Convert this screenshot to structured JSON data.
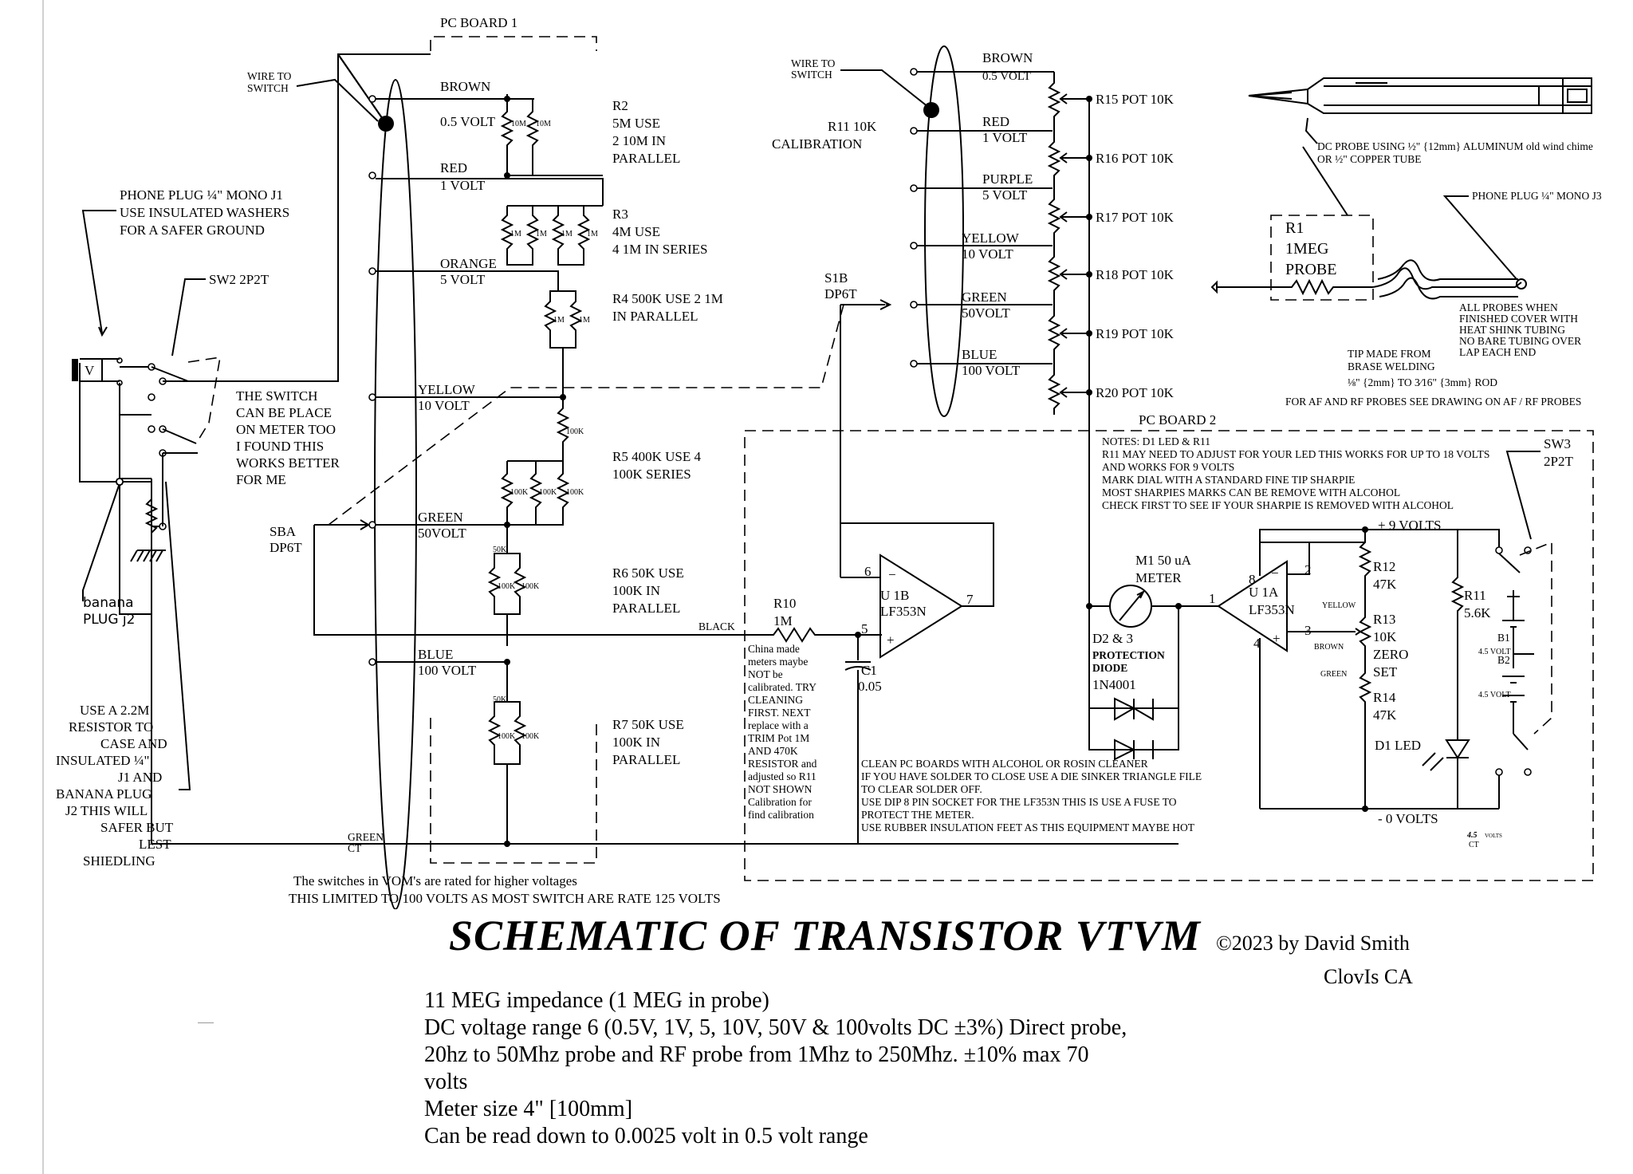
{
  "title": "SCHEMATIC OF TRANSISTOR  VTVM",
  "copyright": "©2023 by David Smith",
  "location": "ClovIs CA",
  "specs": [
    "11 MEG impedance (1 MEG in probe)",
    "DC voltage range 6 (0.5V, 1V, 5, 10V, 50V & 100volts DC ±3%) Direct probe,",
    "20hz to 50Mhz probe and RF probe from 1Mhz to 250Mhz. ±10% max 70",
    "volts",
    "Meter size 4\" [100mm]",
    "Can be read down to 0.0025 volt in 0.5 volt range"
  ],
  "labels": {
    "pc_board_1": "PC BOARD 1",
    "pc_board_2": "PC BOARD 2",
    "wire_to_switch_1": [
      "WIRE TO",
      "SWITCH"
    ],
    "wire_to_switch_2": [
      "WIRE TO",
      "SWITCH"
    ],
    "phone_plug_j1": [
      "PHONE PLUG ¼\" MONO J1",
      "USE INSULATED WASHERS",
      "FOR A SAFER GROUND"
    ],
    "sw2": "SW2 2P2T",
    "switch_note": [
      "THE SWITCH",
      "CAN BE PLACE",
      "ON METER TOO",
      "I FOUND THIS",
      "WORKS BETTER",
      "FOR ME"
    ],
    "sba": [
      "SBA",
      "DP6T"
    ],
    "s1b": [
      "S1B",
      "DP6T"
    ],
    "banana": [
      "banana",
      "PLUG  j2"
    ],
    "resistor_note": [
      "USE A 2.2M",
      "RESISTOR TO",
      "CASE AND",
      "INSULATED ¼\"",
      "J1 AND",
      "BANANA PLUG",
      "J2 THIS WILL",
      "SAFER BUT",
      "LEST",
      "SHIEDLING"
    ],
    "ranges_1": [
      {
        "name": "BROWN",
        "volt": "0.5 VOLT"
      },
      {
        "name": "RED",
        "volt": "1 VOLT"
      },
      {
        "name": "ORANGE",
        "volt": "5 VOLT"
      },
      {
        "name": "YELLOW",
        "volt": "10 VOLT"
      },
      {
        "name": "GREEN",
        "volt": "50VOLT"
      },
      {
        "name": "BLUE",
        "volt": "100 VOLT"
      }
    ],
    "resistor_notes": [
      [
        "R2",
        "5M USE",
        "2 10M IN",
        "PARALLEL"
      ],
      [
        "R3",
        "4M USE",
        "4 1M IN SERIES"
      ],
      [
        "R4  500K USE 2 1M",
        "IN PARALLEL"
      ],
      [
        "R5  400K USE 4",
        "100K SERIES"
      ],
      [
        "R6 50K USE",
        "100K  IN",
        "PARALLEL"
      ],
      [
        "R7 50K USE",
        "100K  IN",
        "PARALLEL"
      ]
    ],
    "r11_cal": [
      "R11 10K",
      "CALIBRATION"
    ],
    "ranges_2": [
      {
        "name": "BROWN",
        "volt": "0.5 VOLT",
        "pot": "R15 POT 10K"
      },
      {
        "name": "RED",
        "volt": "1 VOLT",
        "pot": "R16 POT 10K"
      },
      {
        "name": "PURPLE",
        "volt": "5 VOLT",
        "pot": "R17 POT 10K"
      },
      {
        "name": "YELLOW",
        "volt": "10 VOLT",
        "pot": "R18 POT 10K"
      },
      {
        "name": "GREEN",
        "volt": "50VOLT",
        "pot": "R19 POT 10K"
      },
      {
        "name": "BLUE",
        "volt": "100 VOLT",
        "pot": "R20 POT 10K"
      }
    ],
    "probe_note": [
      "DC PROBE USING ½\" {12mm} ALUMINUM old wind chime",
      "OR ½\" COPPER TUBE"
    ],
    "phone_plug_j3": "PHONE PLUG ¼\" MONO J3",
    "r1_probe": [
      "R1",
      "1MEG",
      "PROBE"
    ],
    "probe_cover": [
      "ALL PROBES WHEN",
      "FINISHED COVER WITH",
      "HEAT SHINK TUBING",
      "NO BARE TUBING OVER",
      "LAP EACH END"
    ],
    "tip_note": [
      "TIP MADE FROM",
      "BRASE WELDING",
      "⅛\" {2mm} TO 3⁄16\" {3mm} ROD"
    ],
    "af_rf_note": "FOR AF AND RF PROBES SEE DRAWING ON AF / RF PROBES",
    "notes_pc2": [
      "NOTES: D1 LED &  R11",
      "R11 MAY NEED TO ADJUST FOR YOUR LED THIS WORKS FOR UP TO 18 VOLTS",
      "AND WORKS FOR 9 VOLTS",
      "MARK DIAL WITH A STANDARD FINE TIP SHARPIE",
      "MOST SHARPIES MARKS CAN BE REMOVE WITH ALCOHOL",
      "CHECK FIRST TO SEE IF YOUR SHARPIE IS REMOVED WITH ALCOHOL"
    ],
    "sw3": [
      "SW3",
      "2P2T"
    ],
    "plus9": "+ 9 VOLTS",
    "zero_volts": "- 0 VOLTS",
    "m1": [
      "M1 50 uA",
      "METER"
    ],
    "u1a": [
      "U 1A",
      "LF353N"
    ],
    "u1b": [
      "U 1B",
      "LF353N"
    ],
    "r10": [
      "R10",
      "1M"
    ],
    "c1": [
      "C1",
      "0.05"
    ],
    "black": "BLACK",
    "r12": [
      "R12",
      "47K"
    ],
    "r13": [
      "R13",
      "10K",
      "ZERO",
      "SET"
    ],
    "r14": [
      "R14",
      "47K"
    ],
    "r11b": [
      "R11",
      "5.6K"
    ],
    "d1": "D1 LED",
    "d23": [
      "D2 & 3",
      "PROTECTION",
      "DIODE",
      "1N4001"
    ],
    "yellow_w": "YELLOW",
    "brown_w": "BROWN",
    "green_w": "GREEN",
    "b1": "B1",
    "b2": "B2",
    "batt": "4.5 VOLT",
    "china_note": [
      "China made",
      "meters maybe",
      "NOT be",
      "calibrated. TRY",
      "CLEANING",
      "FIRST. NEXT",
      "replace with a",
      "TRIM Pot 1M",
      "AND 470K",
      "RESISTOR and",
      "adjusted so R11",
      "NOT SHOWN",
      "Calibration for",
      "find calibration"
    ],
    "clean_note": [
      "CLEAN PC BOARDS WITH ALCOHOL OR ROSIN CLEANER",
      "IF YOU HAVE SOLDER TO CLOSE USE A DIE SINKER TRIANGLE FILE",
      "TO CLEAR SOLDER OFF.",
      "USE DIP 8 PIN SOCKET FOR THE  LF353N THIS IS USE A FUSE TO",
      "PROTECT THE METER.",
      "USE RUBBER INSULATION FEET AS THIS EQUIPMENT MAYBE HOT"
    ],
    "green_ct": [
      "GREEN",
      "CT"
    ],
    "ct45": [
      "4.5",
      "VOLTS",
      "CT"
    ],
    "switches_note": [
      "The switches in VOM's are rated for higher voltages",
      "THIS LIMITED TO 100 VOLTS AS MOST SWITCH ARE RATE 125 VOLTS"
    ],
    "pins": {
      "p6": "6",
      "p7": "7",
      "p5": "5",
      "p1": "1",
      "p8": "8",
      "p2": "2",
      "p3": "3",
      "p4": "4"
    },
    "r_small": {
      "r10m": "10M",
      "r1m": "1M",
      "r100k": "100K",
      "r50k": "50K"
    }
  }
}
